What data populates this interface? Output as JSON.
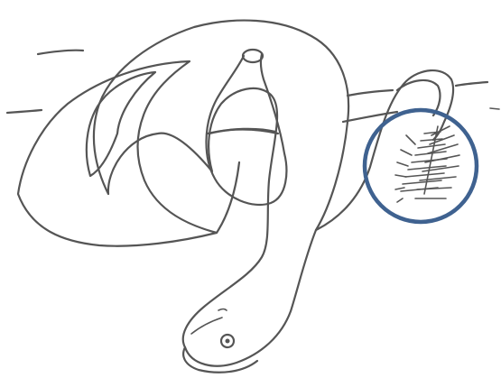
{
  "figure": {
    "subject": "snake-coiled-on-branch",
    "elements": [
      "snake",
      "branch",
      "egg-sac",
      "tail-tuft",
      "highlight-circle"
    ],
    "line_color": "#555555",
    "highlight_color": "#3f6290",
    "background": "#ffffff"
  }
}
